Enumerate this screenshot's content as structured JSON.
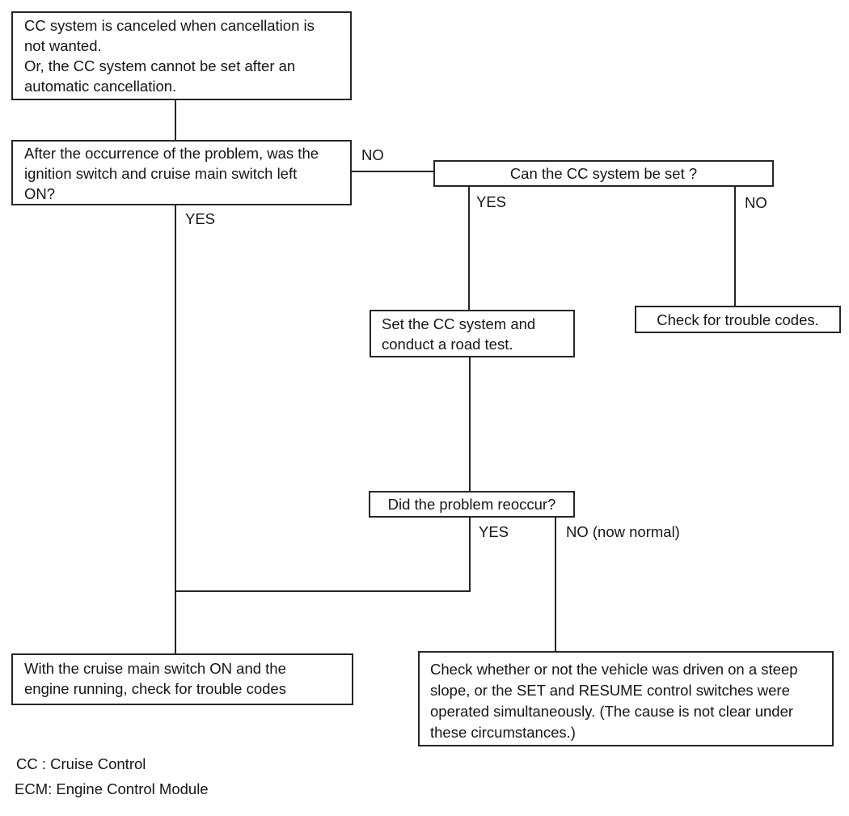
{
  "flowchart": {
    "nodes": {
      "problem": {
        "text": "CC system is canceled when cancellation is\nnot wanted.\nOr, the CC system cannot be set after an\nautomatic cancellation."
      },
      "ignition_question": {
        "text": "After the occurrence of the problem, was the\nignition switch and cruise main switch left\nON?"
      },
      "can_set_question": {
        "text": "Can the CC system be set ?"
      },
      "road_test": {
        "text": "Set the CC system and\nconduct a road test."
      },
      "trouble_codes": {
        "text": "Check for trouble codes."
      },
      "reoccur_question": {
        "text": "Did the problem reoccur?"
      },
      "main_switch_check": {
        "text": "With the cruise main switch ON and the\nengine running, check for trouble codes"
      },
      "steep_slope_check": {
        "text": "Check whether or not the vehicle was driven on a steep\nslope, or the SET and RESUME control switches were\noperated simultaneously. (The cause is not clear under\nthese circumstances.)"
      }
    },
    "edge_labels": {
      "ignition_no": "NO",
      "ignition_yes": "YES",
      "can_set_yes": "YES",
      "can_set_no": "NO",
      "reoccur_yes": "YES",
      "reoccur_no": "NO (now normal)"
    },
    "legend": {
      "cc": "CC : Cruise Control",
      "ecm": "ECM: Engine Control Module"
    },
    "colors": {
      "line": "#262626",
      "text": "#161616",
      "background": "#ffffff"
    }
  }
}
